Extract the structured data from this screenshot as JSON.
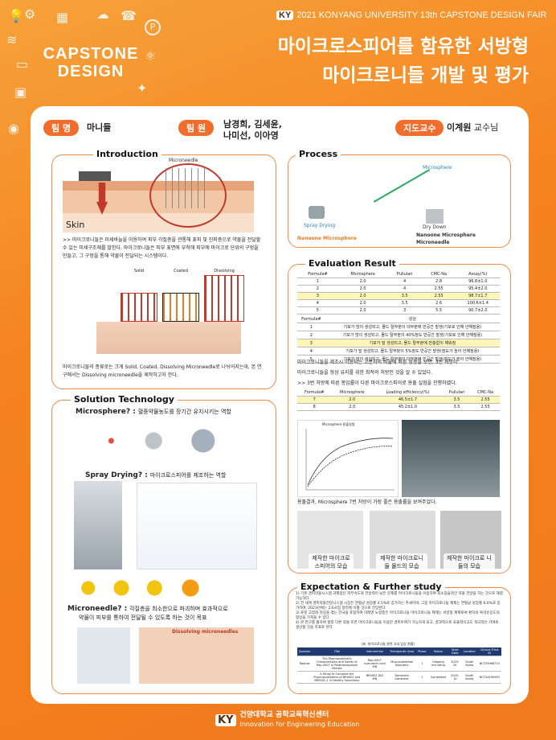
{
  "header": {
    "ky": "KY",
    "fair": "2021 KONYANG UNIVERSITY 13th CAPSTONE DESIGN FAIR",
    "title_line1": "마이크로스피어를 함유한 서방형",
    "title_line2": "마이크로니들 개발 및 평가",
    "logo_line1": "CAPSTONE",
    "logo_line2": "DESIGN"
  },
  "team": {
    "team_tag": "팀 명",
    "team_name": "마니들",
    "member_tag": "팀 원",
    "members_line1": "남경희, 김세윤,",
    "members_line2": "나미선, 이아영",
    "advisor_tag": "지도교수",
    "advisor_name": "이계원",
    "advisor_suffix": " 교수님"
  },
  "intro": {
    "title": "Introduction",
    "skin_label": "Skin",
    "micro_label": "Microneedle",
    "text1": ">> 마이크로니들은 미세바늘을 이용하여 피부 각질층을 관통해 표피 및 진피층으로 약물을 전달할 수 있는 미세구조체를 말한다. 마이크로니들은 피부 표면에 부착해 피부에 마이크로 단위의 구멍을 만들고, 그 구멍을 통해 약물이 전달되는 시스템이다.",
    "types": [
      "Solid",
      "Coated",
      "Dissolving"
    ],
    "text2": "마이크로니들의 종류로는 크게 Solid, Coated, Dissolving Microneedle로 나뉘어지는데, 본 연구에서는 Dissolving microneedle을 제작하고자 한다."
  },
  "solution": {
    "title": "Solution Technology",
    "ms_title": "Microsphere? :",
    "ms_desc": "혈중약물농도를 장기간 유지시키는 역할",
    "sd_title": "Spray Drying? :",
    "sd_desc": "마이크로스피어를 제조하는 역할",
    "mn_title": "Microneedle? :",
    "mn_desc1": "각질층을 최소한으로 파괴하며 효과적으로",
    "mn_desc2": "약물이 피부를 통하여 전달될 수 있도록 하는 것이 목표",
    "dissolving": "Dissolving microneedles"
  },
  "process": {
    "title": "Process",
    "spray": "Spray Drying",
    "nano": "Nanoone Microsphere",
    "microsphere": "Microsphere",
    "dry": "Dry Down",
    "result": "Nanoone Microsphere Microneedle"
  },
  "evaluation": {
    "title": "Evaluation Result",
    "table1_headers": [
      "Formula#",
      "Microsphere",
      "Pullulan",
      "CMC-Na",
      "Assay(%)"
    ],
    "table1_rows": [
      [
        "1",
        "2.0",
        "4",
        "2.8",
        "96.8±1.0"
      ],
      [
        "2",
        "2.0",
        "4",
        "2.55",
        "95.4±2.0"
      ],
      [
        "3",
        "2.0",
        "3.5",
        "2.55",
        "98.7±1.7"
      ],
      [
        "4",
        "2.0",
        "3.5",
        "2.6",
        "100.6±1.4"
      ],
      [
        "5",
        "2.0",
        "3",
        "5.5",
        "90.7±2.0"
      ]
    ],
    "table2_headers": [
      "Formula#",
      "성상"
    ],
    "table2_rows": [
      [
        "1",
        "기포가 많이 생성되고, 몰드 탈부분이 대부분에 반공간 발생(기포로 인해 안해짐용)"
      ],
      [
        "2",
        "기포가 많이 생성되고, 몰드 탈부분의 40%정도 반공간 발생(기포로 인해 안해짐용)"
      ],
      [
        "3",
        "기포가 덜 생성되고, 몰드 탈부분에 반충없이 채워짐"
      ],
      [
        "4",
        "기포가 덜 생성되고, 몰드 탈부분의 5%정도 반공간 발생(점도가 높아 안해짐용)"
      ],
      [
        "5",
        "기포가 많이 생성되고, 몰드 탈부분의 대부분에 빈공간 발생(점도가 높아 안해짐용)"
      ]
    ],
    "text1": "마이크로니들을 제조시 이용되는 고분자의 비율에 따른 성상을 보면, 3번 처방이",
    "text2": "마이크로니들을 형상 유지를 위한 최적의 처방인 것을 알 수 있었다.",
    "text3": ">> 3번 처방에 따른 봉입률이 다른 마이크로스피어로 용출 실험을 진행하였다.",
    "table3_headers": [
      "Formula#",
      "Microsphere",
      "Loading efficiency(%)",
      "Pullulan",
      "CMC-Na"
    ],
    "table3_rows": [
      [
        "7",
        "2.0",
        "46.5±1.7",
        "3.5",
        "2.55"
      ],
      [
        "8",
        "2.0",
        "45.2±1.0",
        "3.5",
        "2.55"
      ]
    ],
    "chart_title": "Microsphere 용출실험",
    "conclusion": "용출결과, Microsphere 7번 처방이 가장 좋은 용출률을 보여주었다.",
    "captions": [
      "제작한 마이크로 스피어의 모습",
      "제작한 마이크로니들 몰드의 모습",
      "제작한 마이크로 니들의 모습"
    ]
  },
  "expectation": {
    "title": "Expectation & Further study",
    "items": [
      "1) 기존 경피약물시스템 과제점인 피부속도와 전달력이 낮은 문제를 마이크로니들을 이용하여 최소침습적인 약물 전달을 하는 것으로 해결가능하다.",
      "2) 전 세계 경피약물전달시스템 시장은 연평균 성장률 4.5%로 증가하는 추세이며, 그중 마이크로니들 제제는 연평균 성장률 6.0%로 증가하여, 2023년에는 2.6사업 달러에 이를 것으로 전망된다.",
      "3) 로봇 고령화 현상을 겪는 한국을 포함하여 미래엔 노령층은 마이크로니들 마이크로니들 제제는 서방형 제제로써 환자의 복약순응도의 향상을 가져올 수 있다.",
      "4) 본 연구를 통하여 향후 다른 약물 또한 마이크로니들을 이용한 경피투여가 가능하게 되고, 결과적으로 효율적이고도 적극적인 기여로 생산할 것을 목표로 한다."
    ],
    "table_title": "(표. 마이크로니들 관련 국내 임상 현황)",
    "table_headers": [
      "Sponsor",
      "Title",
      "Intervention",
      "Therapeutic Area",
      "Phase",
      "Status",
      "Start Date",
      "Location",
      "Clinical Trials ID"
    ],
    "table_rows": [
      [
        "Raphas",
        "The Pharmacokinetic Characteristics and Safety of Rap-0007 in Postmenopausal Female",
        "Rap-0007 hyaluronic acid MN",
        "Musculoskeletal Disorders",
        "1",
        "Ongoing recruiting",
        "2019-04",
        "South Korea",
        "NCT03968710"
      ],
      [
        "",
        "A Study to Compare the Pharmacokinetics of BR0002 and BR0002-1 in Healthy Volunteers",
        "BR0002 DDI MN",
        "Dementia Alzheimer",
        "1",
        "Completed",
        "2020-10",
        "South Korea",
        "NCT04490590"
      ]
    ]
  },
  "footer": {
    "ky": "KY",
    "line1": "건양대학교 공학교육혁신센터",
    "line2": "Innovation for Engineering Education"
  }
}
